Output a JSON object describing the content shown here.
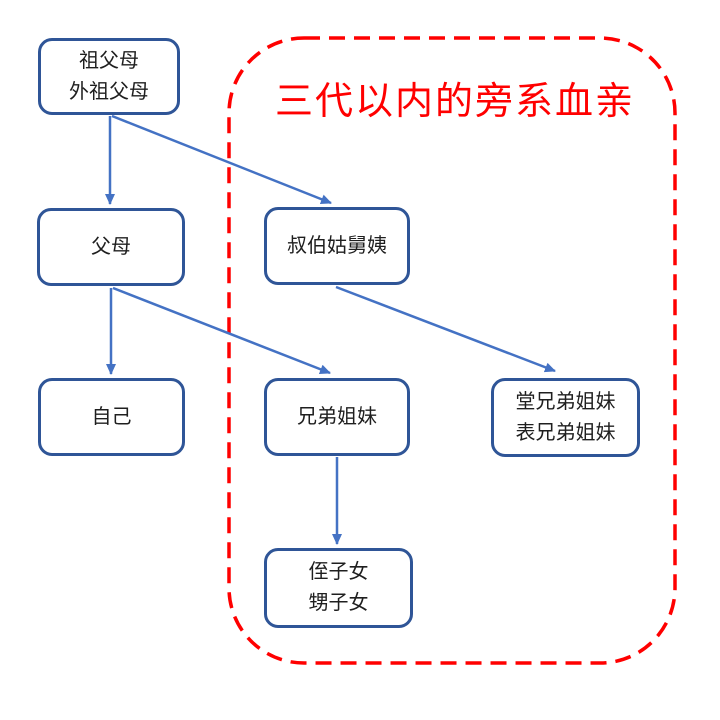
{
  "diagram": {
    "title": "三代以内的旁系血亲",
    "colors": {
      "box_border": "#2F5597",
      "arrow": "#4472C4",
      "highlight_outline": "#FF0000",
      "title_text": "#FF0000",
      "node_text": "#1F1F1F",
      "background": "#FFFFFF"
    },
    "nodes": [
      {
        "id": "grandparents",
        "lines": [
          "祖父母",
          "外祖父母"
        ]
      },
      {
        "id": "parents",
        "lines": [
          "父母"
        ]
      },
      {
        "id": "uncles-aunts",
        "lines": [
          "叔伯姑舅姨"
        ]
      },
      {
        "id": "self",
        "lines": [
          "自己"
        ]
      },
      {
        "id": "siblings",
        "lines": [
          "兄弟姐妹"
        ]
      },
      {
        "id": "cousins",
        "lines": [
          "堂兄弟姐妹",
          "表兄弟姐妹"
        ]
      },
      {
        "id": "nephews-nieces",
        "lines": [
          "侄子女",
          "甥子女"
        ]
      }
    ],
    "edges": [
      {
        "from": "grandparents",
        "to": "parents"
      },
      {
        "from": "grandparents",
        "to": "uncles-aunts"
      },
      {
        "from": "parents",
        "to": "self"
      },
      {
        "from": "parents",
        "to": "siblings"
      },
      {
        "from": "uncles-aunts",
        "to": "cousins"
      },
      {
        "from": "siblings",
        "to": "nephews-nieces"
      }
    ],
    "highlight_group": {
      "label": "三代以内的旁系血亲",
      "members": [
        "uncles-aunts",
        "siblings",
        "cousins",
        "nephews-nieces"
      ]
    }
  }
}
